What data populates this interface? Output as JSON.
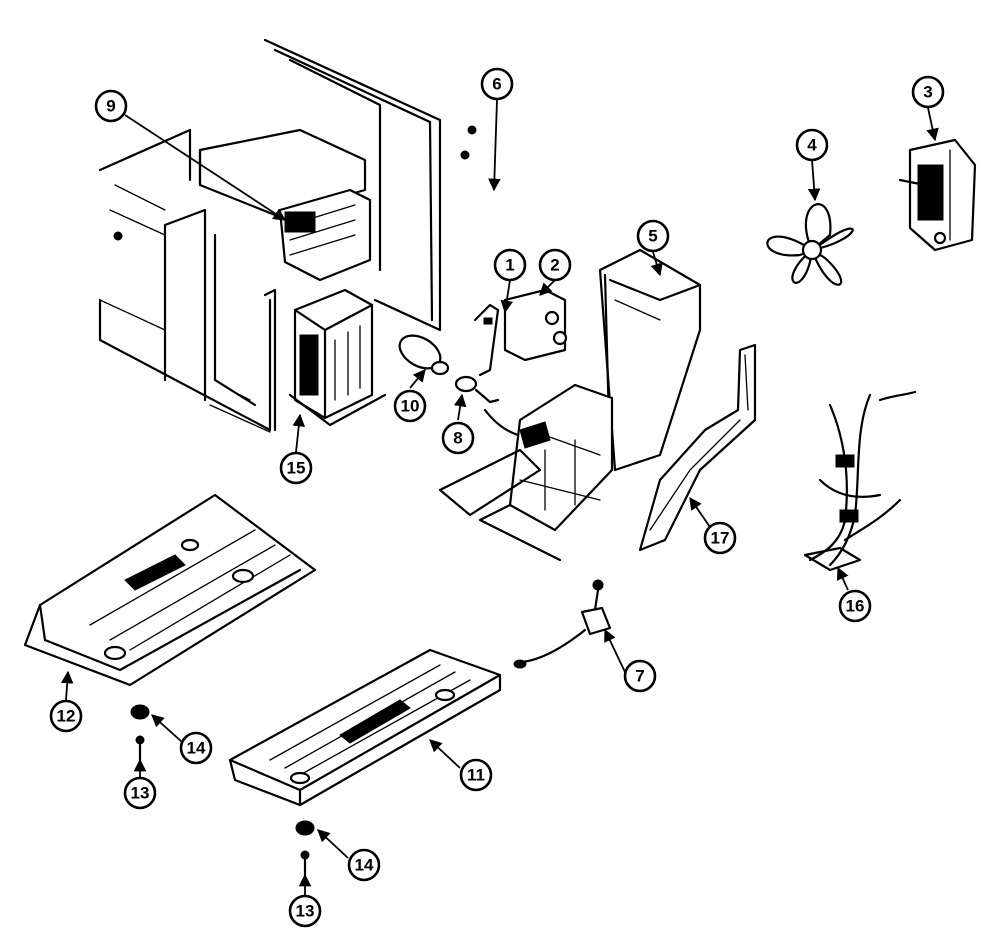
{
  "callouts": [
    {
      "id": "1",
      "label": "1"
    },
    {
      "id": "2",
      "label": "2"
    },
    {
      "id": "3",
      "label": "3"
    },
    {
      "id": "4",
      "label": "4"
    },
    {
      "id": "5",
      "label": "5"
    },
    {
      "id": "6",
      "label": "6"
    },
    {
      "id": "7",
      "label": "7"
    },
    {
      "id": "8",
      "label": "8"
    },
    {
      "id": "9",
      "label": "9"
    },
    {
      "id": "10",
      "label": "10"
    },
    {
      "id": "11",
      "label": "11"
    },
    {
      "id": "12",
      "label": "12"
    },
    {
      "id": "13a",
      "label": "13"
    },
    {
      "id": "13b",
      "label": "13"
    },
    {
      "id": "14a",
      "label": "14"
    },
    {
      "id": "14b",
      "label": "14"
    },
    {
      "id": "15",
      "label": "15"
    },
    {
      "id": "16",
      "label": "16"
    },
    {
      "id": "17",
      "label": "17"
    }
  ]
}
